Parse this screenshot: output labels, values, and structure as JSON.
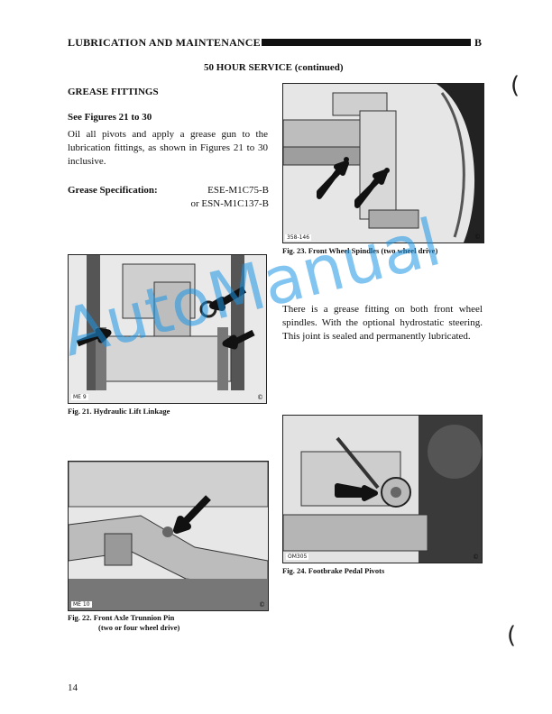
{
  "header": {
    "title": "LUBRICATION AND MAINTENANCE",
    "section_letter": "B"
  },
  "subheading": "50 HOUR SERVICE (continued)",
  "section_title": "GREASE FITTINGS",
  "see_figures": "See Figures 21 to 30",
  "paragraph1": "Oil all pivots and apply a grease gun to the lubrication fittings, as shown in Figures 21 to 30 inclusive.",
  "spec": {
    "label": "Grease Specification:",
    "value1": "ESE-M1C75-B",
    "value2": "or ESN-M1C137-B"
  },
  "paragraph2": "There is a grease fitting on both front wheel spindles. With the optional hydrostatic steering. This joint is sealed and permanently lubricated.",
  "figures": {
    "fig21": {
      "id_label": "ME 9",
      "caption": "Fig. 21.  Hydraulic Lift Linkage"
    },
    "fig22": {
      "id_label": "ME 10",
      "caption_line1": "Fig. 22.  Front Axle Trunnion Pin",
      "caption_line2": "(two or four wheel drive)"
    },
    "fig23": {
      "id_label": "358-146",
      "caption": "Fig. 23.  Front Wheel Spindles (two wheel drive)"
    },
    "fig24": {
      "id_label": "OM305",
      "caption": "Fig. 24.  Footbrake Pedal Pivots"
    }
  },
  "copyright_symbol": "©",
  "watermark": "AutoManual",
  "page_number": "14"
}
